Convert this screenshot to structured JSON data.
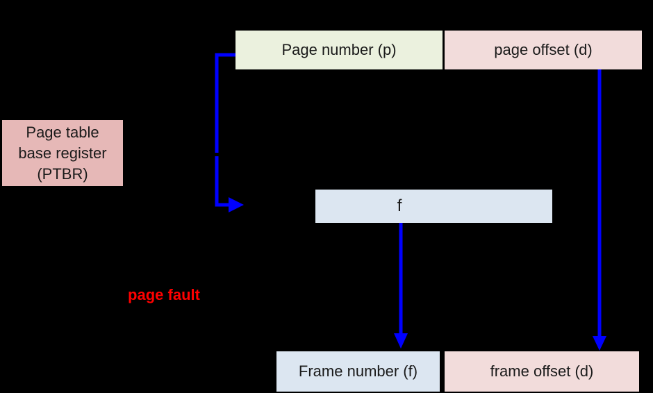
{
  "diagram": {
    "description": "Paging address translation with page fault",
    "colors": {
      "background": "#000000",
      "arrow": "#0000ff",
      "page_fault_text": "#ff0000",
      "text": "#1a1a1a"
    },
    "boxes": {
      "page_number": {
        "label": "Page number (p)",
        "fill": "#ebf1de"
      },
      "page_offset": {
        "label": "page offset (d)",
        "fill": "#f2dcdb"
      },
      "ptbr": {
        "label": "Page table base register (PTBR)",
        "lines": [
          "Page table",
          "base register",
          "(PTBR)"
        ],
        "fill": "#e6b8b7"
      },
      "page_table_entry": {
        "label": "f",
        "fill": "#dce6f1"
      },
      "frame_number": {
        "label": "Frame number (f)",
        "fill": "#dce6f1"
      },
      "frame_offset": {
        "label": "frame offset (d)",
        "fill": "#f2dcdb"
      }
    },
    "annotations": {
      "page_fault": {
        "label": "page fault",
        "color": "#ff0000"
      }
    }
  }
}
